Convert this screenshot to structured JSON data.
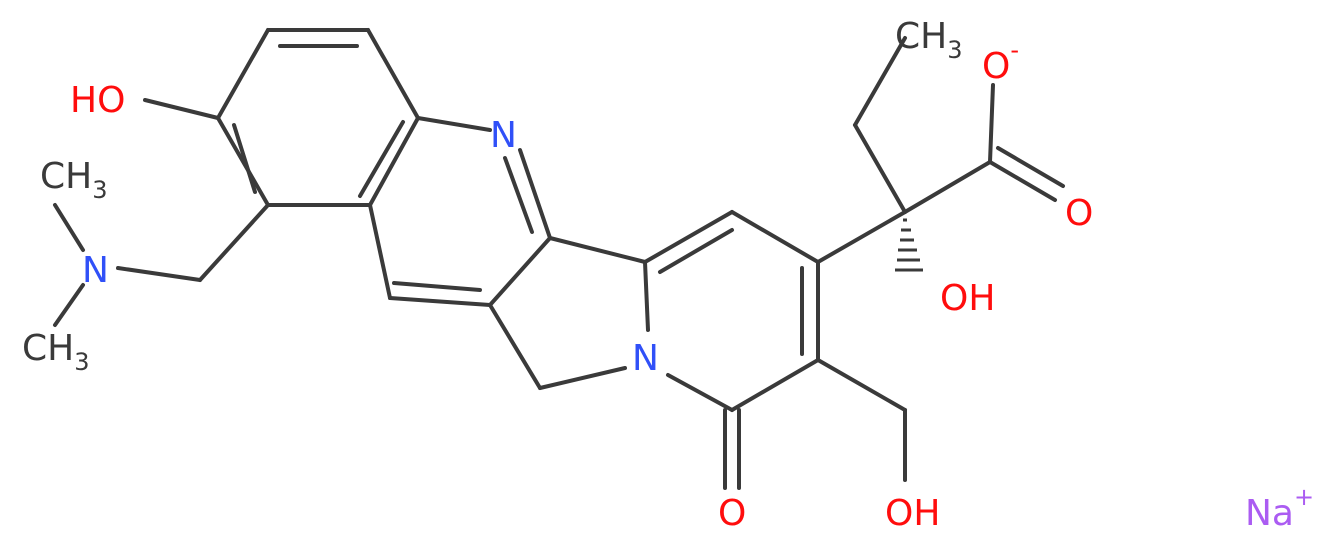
{
  "colors": {
    "bond": "#3a3a3a",
    "oxygen": "#ff0d0d",
    "nitrogen": "#3050f8",
    "sodium": "#ab5cf2",
    "carbon_label": "#3a3a3a"
  },
  "atoms": {
    "oh_phenol": "HO",
    "methyl_top": {
      "base": "CH",
      "sub": "3"
    },
    "amine_n": "N",
    "methyl_bottom": {
      "base": "CH",
      "sub": "3"
    },
    "quinoline_n": "N",
    "ring_n": "N",
    "keto_o": "O",
    "hydroxymethyl_oh": "OH",
    "tertiary_oh": "OH",
    "methyl_ethyl": {
      "base": "CH",
      "sub": "3"
    },
    "carboxylate_o_minus": {
      "base": "O",
      "charge": "-"
    },
    "carboxylate_o": "O",
    "counterion": {
      "base": "Na",
      "charge": "+"
    }
  }
}
